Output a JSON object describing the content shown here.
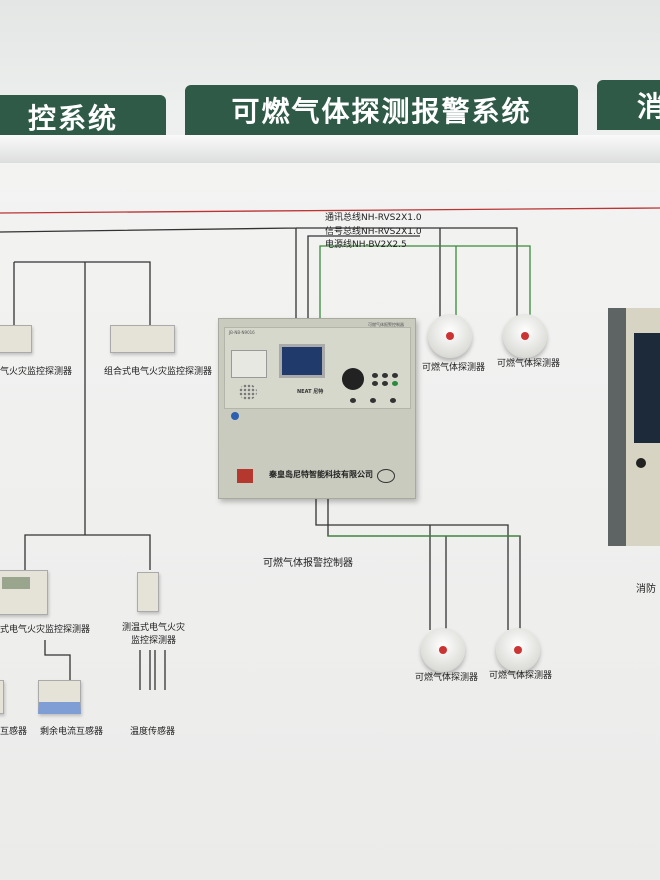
{
  "banners": {
    "left": "控系统",
    "center": "可燃气体探测报警系统",
    "right": "消"
  },
  "wires": {
    "comm_bus": "通讯总线NH-RVS2X1.0",
    "signal_bus": "信号总线NH-RVS2X1.0",
    "power_line": "电源线NH-BV2X2.5"
  },
  "controller": {
    "label": "可燃气体报警控制器",
    "company": "秦皇岛尼特智能科技有限公司",
    "brand": "NEAT 尼特",
    "model": "JB-NB-N9016",
    "panel_title": "可燃气体报警控制器"
  },
  "detectors": [
    "可燃气体探测器",
    "可燃气体探测器",
    "可燃气体探测器",
    "可燃气体探测器"
  ],
  "left_devices": {
    "top_left": "气火灾监控探测器",
    "top_right": "组合式电气火灾监控探测器",
    "mid_left": "式电气火灾监控探测器",
    "mid_right_line1": "测温式电气火灾",
    "mid_right_line2": "监控探测器",
    "bottom_left": "互感器",
    "bottom_mid": "剩余电流互感器",
    "bottom_right": "温度传感器"
  },
  "right_panel_label": "消防"
}
